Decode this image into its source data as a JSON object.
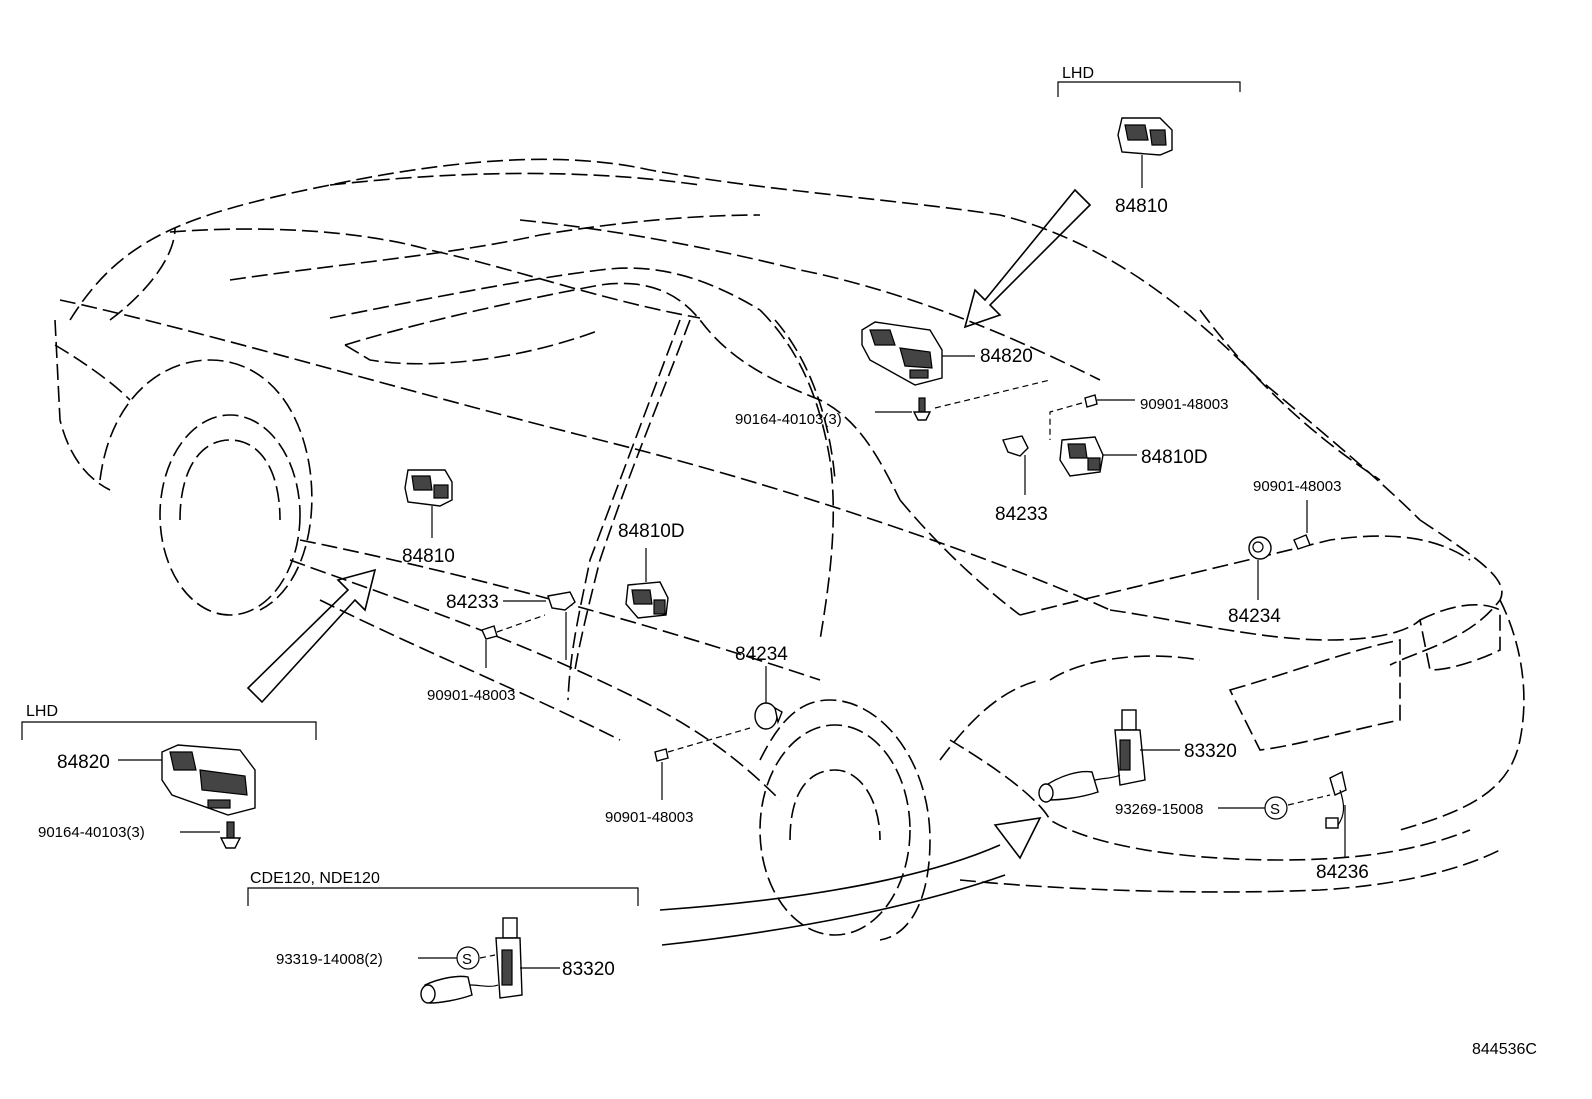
{
  "diagram_id": "844536C",
  "sections": {
    "lhd_top": "LHD",
    "lhd_left": "LHD",
    "engine_variant": "CDE120, NDE120"
  },
  "labels": {
    "p84810_top": "84810",
    "p84820_top": "84820",
    "p90164_top": "90164-40103(3)",
    "p90901_a": "90901-48003",
    "p84810D_right": "84810D",
    "p84233_right": "84233",
    "p90901_b": "90901-48003",
    "p84234_right": "84234",
    "p84810_door": "84810",
    "p84810D_door": "84810D",
    "p84233_left": "84233",
    "p90901_c": "90901-48003",
    "p84234_mid": "84234",
    "p90901_d": "90901-48003",
    "p83320_rear": "83320",
    "p93269": "93269-15008",
    "p84236": "84236",
    "p84820_left": "84820",
    "p90164_left": "90164-40103(3)",
    "p93319": "93319-14008(2)",
    "p83320_bottom": "83320"
  },
  "symbols": {
    "s_rear": "S",
    "s_bottom": "S"
  }
}
